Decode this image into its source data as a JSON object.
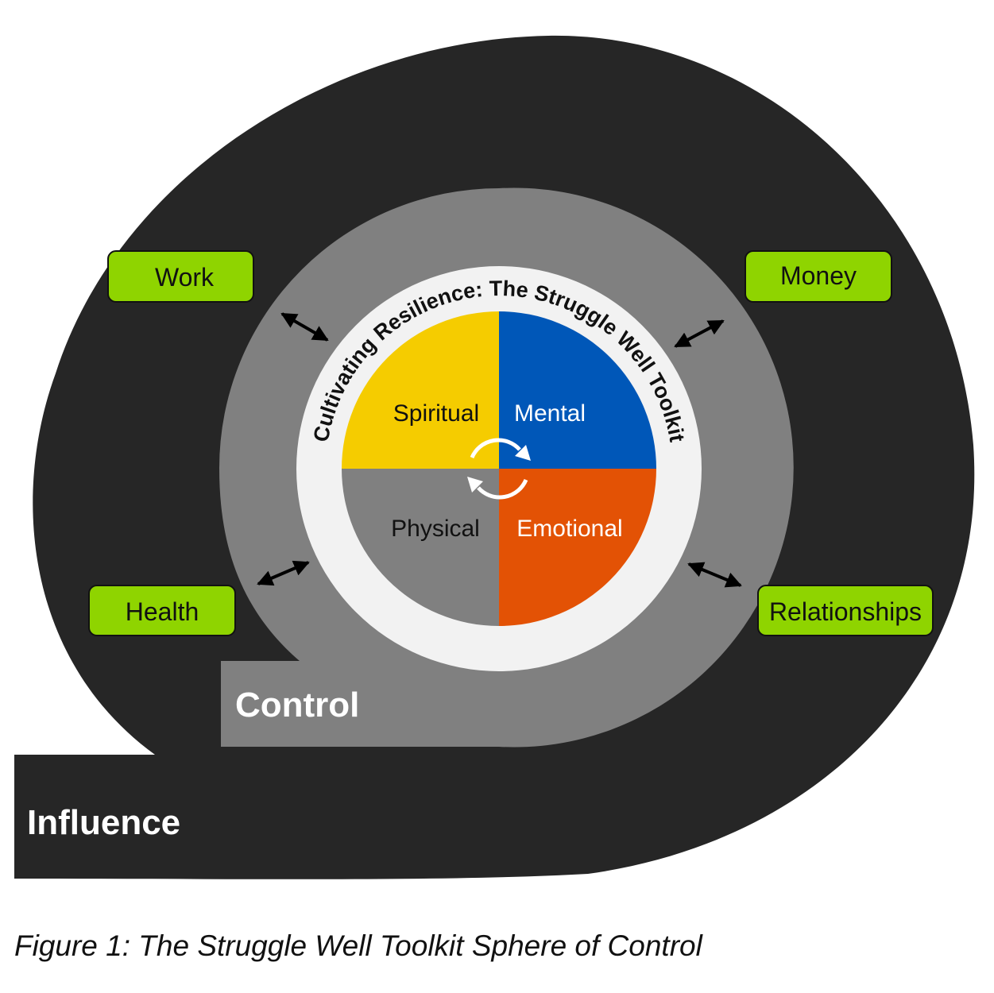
{
  "diagram": {
    "center_title": "Cultivating Resilience: The Struggle Well Toolkit",
    "quadrants": {
      "spiritual": "Spiritual",
      "mental": "Mental",
      "physical": "Physical",
      "emotional": "Emotional"
    },
    "outer_boxes": {
      "work": "Work",
      "money": "Money",
      "health": "Health",
      "relationships": "Relationships"
    },
    "zones": {
      "control": "Control",
      "influence": "Influence"
    },
    "colors": {
      "influence": "#262626",
      "control": "#808080",
      "ring": "#f2f2f2",
      "spiritual": "#f5cc00",
      "mental": "#0057b8",
      "physical": "#808080",
      "emotional": "#e35205",
      "box": "#8fd400"
    }
  },
  "caption": "Figure 1: The Struggle Well Toolkit Sphere of Control"
}
